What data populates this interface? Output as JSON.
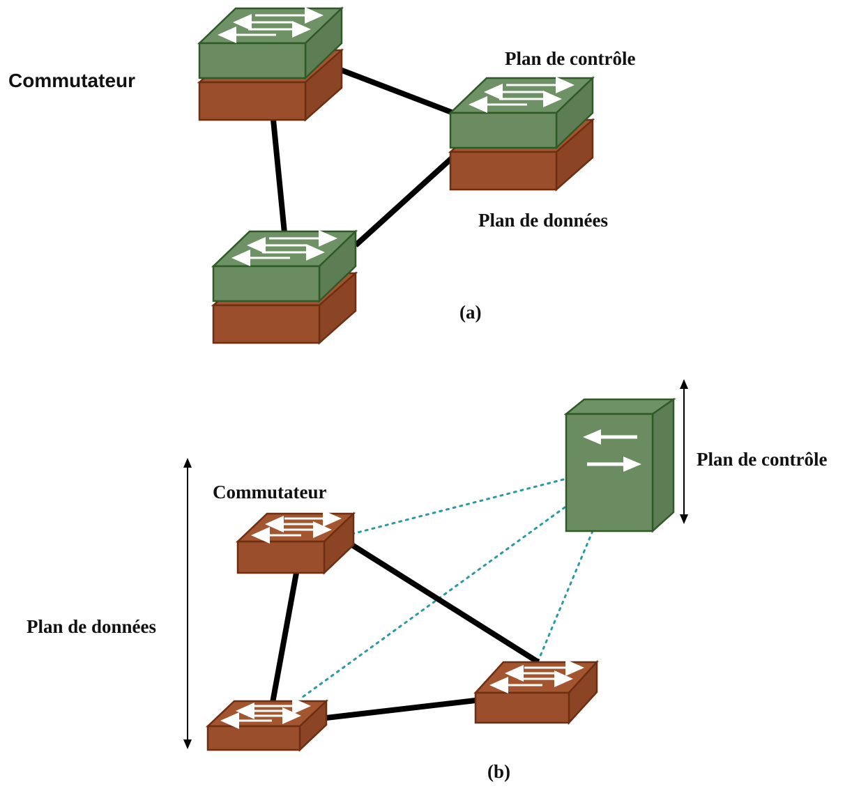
{
  "panel_a": {
    "switch_label": "Commutateur",
    "control_plane_label": "Plan de contrôle",
    "data_plane_label": "Plan de données",
    "caption": "(a)"
  },
  "panel_b": {
    "switch_label": "Commutateur",
    "control_plane_label": "Plan de contrôle",
    "data_plane_label": "Plan de données",
    "caption": "(b)"
  },
  "colors": {
    "control_plane": "#6f9166",
    "data_plane": "#a3552f",
    "link": "#000000",
    "control_link": "#2a9aa0"
  }
}
